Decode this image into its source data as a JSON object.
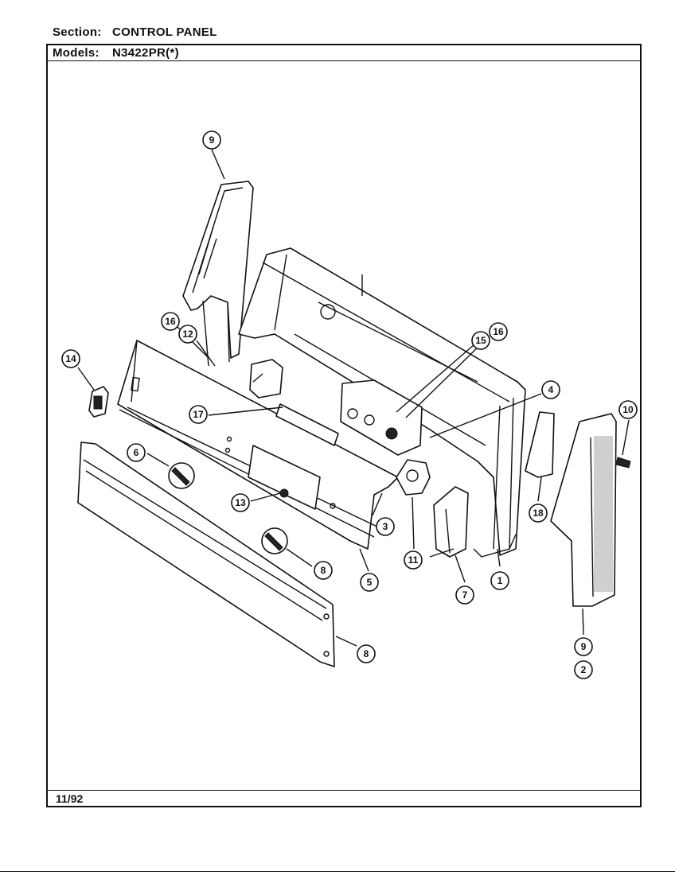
{
  "header": {
    "section_label": "Section:",
    "section_value": "CONTROL PANEL",
    "models_label": "Models:",
    "models_value": "N3422PR(*)"
  },
  "footer": {
    "date": "11/92"
  },
  "callouts": [
    {
      "id": "c9a",
      "label": "9"
    },
    {
      "id": "c16a",
      "label": "16"
    },
    {
      "id": "c12",
      "label": "12"
    },
    {
      "id": "c14",
      "label": "14"
    },
    {
      "id": "c15",
      "label": "15"
    },
    {
      "id": "c16b",
      "label": "16"
    },
    {
      "id": "c4",
      "label": "4"
    },
    {
      "id": "c10",
      "label": "10"
    },
    {
      "id": "c17",
      "label": "17"
    },
    {
      "id": "c6",
      "label": "6"
    },
    {
      "id": "c13",
      "label": "13"
    },
    {
      "id": "c3",
      "label": "3"
    },
    {
      "id": "c18",
      "label": "18"
    },
    {
      "id": "c11",
      "label": "11"
    },
    {
      "id": "c8a",
      "label": "8"
    },
    {
      "id": "c5",
      "label": "5"
    },
    {
      "id": "c1",
      "label": "1"
    },
    {
      "id": "c7",
      "label": "7"
    },
    {
      "id": "c8b",
      "label": "8"
    },
    {
      "id": "c9b",
      "label": "9"
    },
    {
      "id": "c2",
      "label": "2"
    }
  ]
}
